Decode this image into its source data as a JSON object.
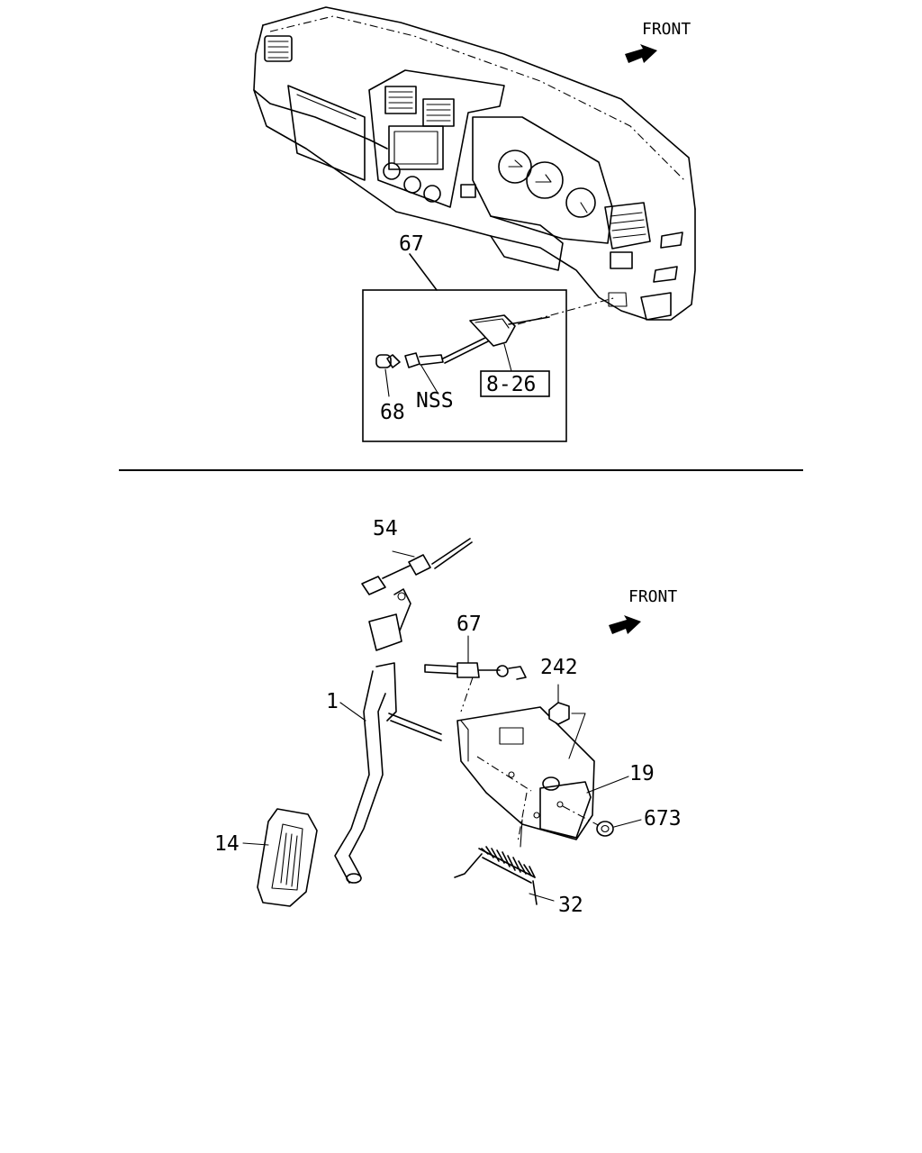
{
  "top_view": {
    "front_label": "FRONT",
    "callouts": {
      "switch_assembly": "67",
      "cap": "68",
      "nss": "NSS",
      "ref_box": "8-26"
    }
  },
  "bottom_view": {
    "front_label": "FRONT",
    "callouts": {
      "pedal_arm": "1",
      "pedal_pad": "14",
      "bracket": "19",
      "spring": "32",
      "cable": "54",
      "switch": "67",
      "nut": "242",
      "bushing": "673"
    }
  }
}
